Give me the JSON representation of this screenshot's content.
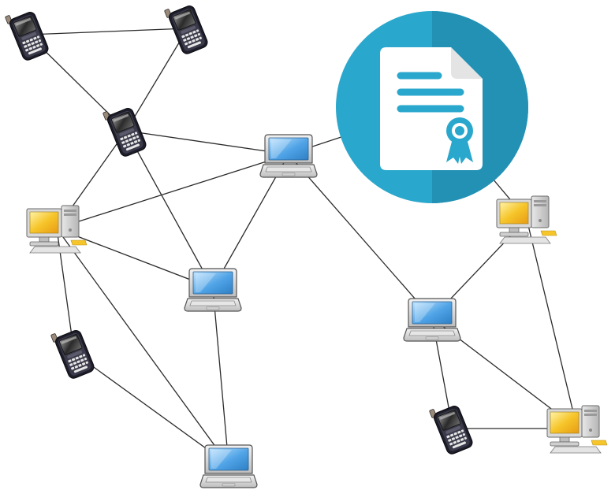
{
  "diagram": {
    "kind": "network-topology",
    "nodes": [
      {
        "id": "phone-1",
        "device": "phone"
      },
      {
        "id": "phone-2",
        "device": "phone"
      },
      {
        "id": "phone-3",
        "device": "phone"
      },
      {
        "id": "laptop-1",
        "device": "laptop"
      },
      {
        "id": "desktop-1",
        "device": "desktop"
      },
      {
        "id": "laptop-2",
        "device": "laptop"
      },
      {
        "id": "phone-4",
        "device": "phone"
      },
      {
        "id": "laptop-3",
        "device": "laptop"
      },
      {
        "id": "desktop-2",
        "device": "desktop"
      },
      {
        "id": "laptop-4",
        "device": "laptop"
      },
      {
        "id": "phone-5",
        "device": "phone"
      },
      {
        "id": "desktop-3",
        "device": "desktop"
      }
    ],
    "edges": [
      [
        "phone-1",
        "phone-2"
      ],
      [
        "phone-1",
        "phone-3"
      ],
      [
        "phone-2",
        "phone-3"
      ],
      [
        "phone-3",
        "laptop-1"
      ],
      [
        "phone-3",
        "desktop-1"
      ],
      [
        "phone-3",
        "laptop-2"
      ],
      [
        "laptop-1",
        "desktop-1"
      ],
      [
        "laptop-1",
        "laptop-2"
      ],
      [
        "laptop-1",
        "laptop-4"
      ],
      [
        "laptop-1",
        "certificate"
      ],
      [
        "desktop-1",
        "laptop-2"
      ],
      [
        "desktop-1",
        "phone-4"
      ],
      [
        "desktop-1",
        "laptop-3"
      ],
      [
        "laptop-2",
        "laptop-3"
      ],
      [
        "phone-4",
        "laptop-3"
      ],
      [
        "laptop-4",
        "desktop-2"
      ],
      [
        "laptop-4",
        "phone-5"
      ],
      [
        "laptop-4",
        "desktop-3"
      ],
      [
        "desktop-2",
        "desktop-3"
      ],
      [
        "phone-5",
        "desktop-3"
      ],
      [
        "certificate",
        "desktop-2"
      ]
    ],
    "badge": {
      "icon": "certificate-document-icon",
      "circle_color": "#2aa7cc",
      "circle_shade_color": "#2391b4",
      "paper_color": "#ffffff",
      "accent_color": "#2aa7cc"
    },
    "colors": {
      "edge": "#2b2b2b",
      "screen": "#5aaee8",
      "monitor_screen": "#f4c021",
      "phone_body": "#1f1f2c"
    }
  }
}
